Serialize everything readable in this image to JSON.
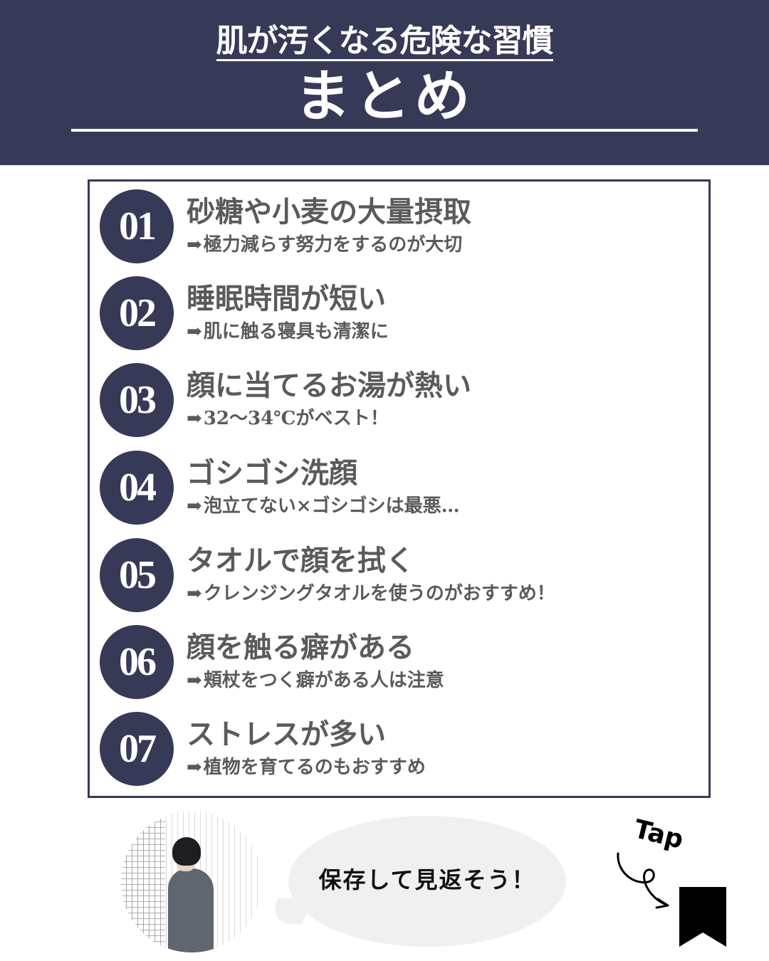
{
  "header": {
    "subtitle": "肌が汚くなる危険な習慣",
    "title": "まとめ"
  },
  "items": [
    {
      "number": "01",
      "heading": "砂糖や小麦の大量摂取",
      "arrow": "➡",
      "note": "極力減らす努力をするのが大切"
    },
    {
      "number": "02",
      "heading": "睡眠時間が短い",
      "arrow": "➡",
      "note": "肌に触る寝具も清潔に"
    },
    {
      "number": "03",
      "heading": "顔に当てるお湯が熱い",
      "arrow": "➡",
      "note": "32〜34℃がベスト！"
    },
    {
      "number": "04",
      "heading": "ゴシゴシ洗顔",
      "arrow": "➡",
      "note": "泡立てない×ゴシゴシは最悪…"
    },
    {
      "number": "05",
      "heading": "タオルで顔を拭く",
      "arrow": "➡",
      "note": "クレンジングタオルを使うのがおすすめ！"
    },
    {
      "number": "06",
      "heading": "顔を触る癖がある",
      "arrow": "➡",
      "note": "頬杖をつく癖がある人は注意"
    },
    {
      "number": "07",
      "heading": "ストレスが多い",
      "arrow": "➡",
      "note": "植物を育てるのもおすすめ"
    }
  ],
  "footer": {
    "bubble_text": "保存して見返そう！",
    "tap_label": "Tap",
    "icons": {
      "avatar": "person-photo",
      "arrow": "curly-arrow-icon",
      "bookmark": "bookmark-icon"
    }
  },
  "colors": {
    "navy": "#363a57",
    "text_gray": "#5a5a5a",
    "bubble_bg": "#f0f0f0"
  }
}
